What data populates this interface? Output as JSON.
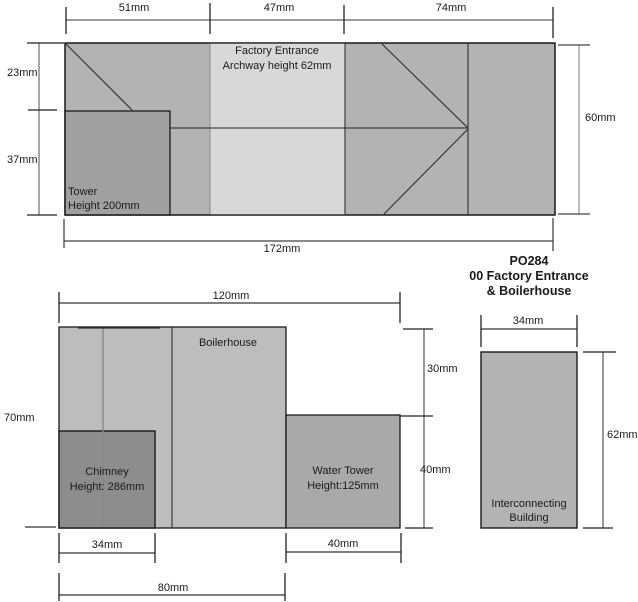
{
  "title": {
    "line1": "PO284",
    "line2": "00 Factory Entrance",
    "line3": "& Boilerhouse"
  },
  "colors": {
    "wall_mid_gray": "#b3b3b3",
    "entrance_light_gray": "#d8d8d8",
    "tower_gray": "#a0a0a0",
    "boilerhouse_gray": "#bdbdbd",
    "water_tower_gray": "#a9a9a9",
    "chimney_dark_gray": "#8d8d8d",
    "interconnecting_gray": "#b3b3b3",
    "outline": "#1a1a1a",
    "dim_line_gray": "#888888",
    "dim_line_dark": "#333333",
    "text": "#1a1a1a"
  },
  "top_elevation": {
    "dims": {
      "width_left": "51mm",
      "width_center": "47mm",
      "width_right": "74mm",
      "height_upper": "23mm",
      "height_lower": "37mm",
      "height_total": "60mm",
      "width_total": "172mm"
    },
    "labels": {
      "entrance_line1": "Factory Entrance",
      "entrance_line2": "Archway height 62mm",
      "tower_line1": "Tower",
      "tower_line2": "Height 200mm"
    }
  },
  "boilerhouse_elevation": {
    "dims": {
      "width_total": "120mm",
      "height_total": "70mm",
      "height_upper_right": "30mm",
      "height_lower_right": "40mm",
      "chimney_width": "34mm",
      "water_tower_width": "40mm",
      "left_span": "80mm"
    },
    "labels": {
      "boilerhouse": "Boilerhouse",
      "chimney_line1": "Chimney",
      "chimney_line2": "Height: 286mm",
      "water_line1": "Water Tower",
      "water_line2": "Height:125mm"
    }
  },
  "interconnecting_elevation": {
    "dims": {
      "width": "34mm",
      "height": "62mm"
    },
    "labels": {
      "line1": "Interconnecting",
      "line2": "Building"
    }
  }
}
